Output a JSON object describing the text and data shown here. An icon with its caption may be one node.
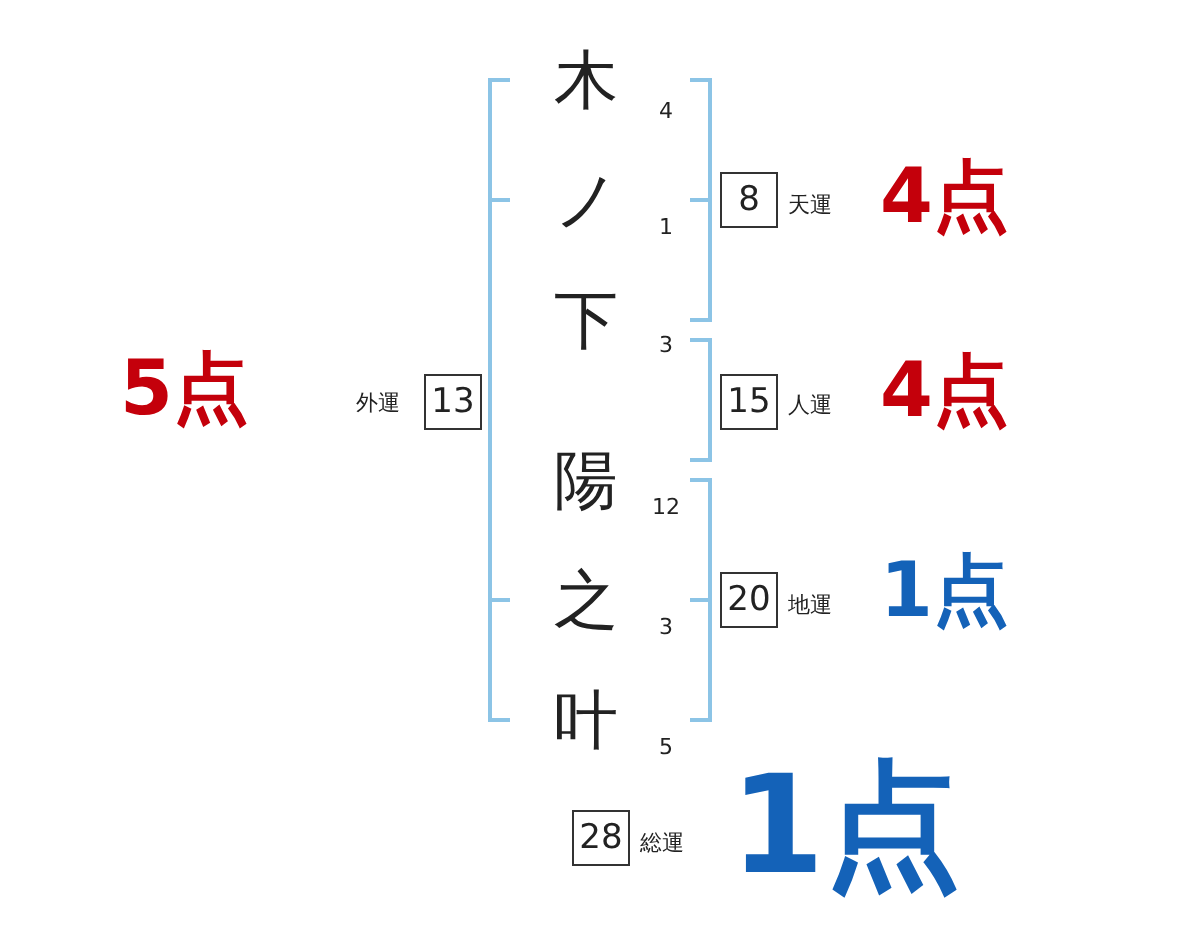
{
  "diagram": {
    "nodes": [
      {
        "text": [
          "8"
        ],
        "beside": [
          "天運",
          "4点"
        ]
      },
      {
        "text": [
          "13"
        ],
        "beside": [
          "外運",
          "5点"
        ]
      },
      {
        "text": [
          "15"
        ],
        "beside": [
          "人運",
          "4点"
        ]
      },
      {
        "text": [
          "20"
        ],
        "beside": [
          "地運",
          "1点"
        ]
      },
      {
        "text": [
          "28"
        ],
        "beside": [
          "総運",
          "1点"
        ]
      }
    ],
    "labels": [
      "木",
      "4",
      "ノ",
      "1",
      "下",
      "3",
      "陽",
      "12",
      "之",
      "3",
      "叶",
      "5"
    ]
  }
}
